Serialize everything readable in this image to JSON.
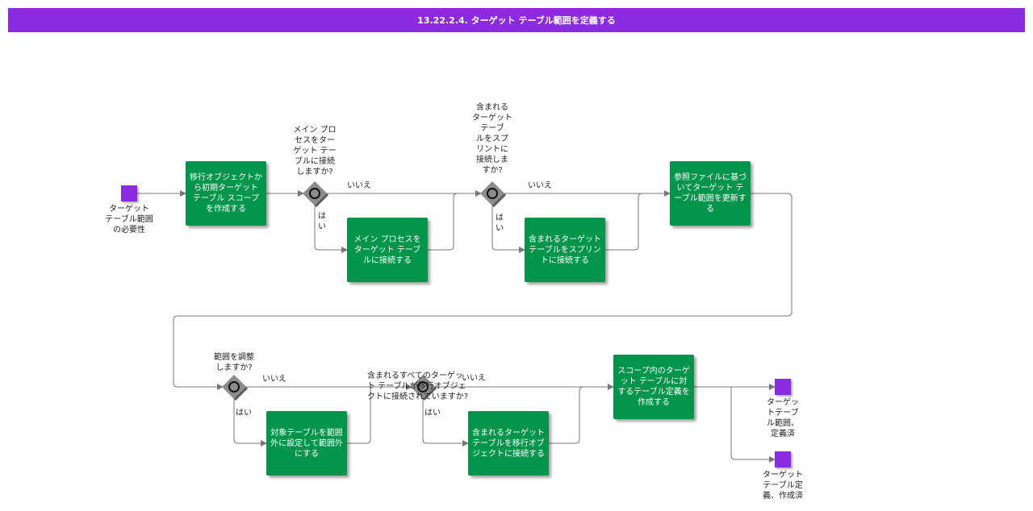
{
  "title": "13.22.2.4. ターゲット テーブル範囲を定義する",
  "events": {
    "start": "ターゲット\nテーブル範囲\nの必要性",
    "end_defined": "ターゲッ\nトテーブ\nル範囲、\n定義済",
    "end_created": "ターゲット\nテーブル定\n義、作成済"
  },
  "tasks": {
    "t1": "移行オブジェクトから初期ターゲット テーブル スコープを作成する",
    "t2": "メイン プロセスをターゲット テーブルに接続する",
    "t3": "含まれるターゲット テーブルをスプリントに接続する",
    "t4": "参照ファイルに基づいてターゲット テーブル範囲を更新する",
    "t5": "対象テーブルを範囲外に設定して範囲外にする",
    "t6": "含まれるターゲット テーブルを移行オブジェクトに接続する",
    "t7": "スコープ内のターゲット テーブルに対するテーブル定義を作成する"
  },
  "gateways": {
    "g1": "メイン プロ\nセスをター\nゲット テー\nブルに接続\nしますか?",
    "g2": "含まれる\nターゲット\nテーブ\nルをスプ\nリントに\n接続しま\nすか?",
    "g3": "範囲を調整\nしますか?",
    "g4": "含まれるすべてのターゲッ\nト テーブルが移行オブジェ\nクトに接続されていますか?"
  },
  "flow_labels": {
    "no": "いいえ",
    "yes": "はい",
    "yes_split": "は\nい"
  },
  "colors": {
    "title_bg": "#8a2be2",
    "task_bg": "#00954a",
    "event_bg": "#8a2be2",
    "gateway_bg": "#8c8c8c",
    "line": "#777777"
  }
}
